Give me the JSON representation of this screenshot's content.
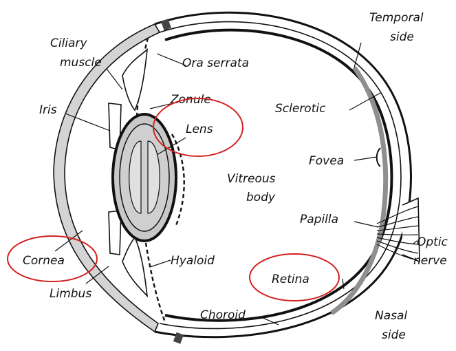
{
  "labels": {
    "temporal_1": "Temporal",
    "temporal_2": "side",
    "ciliary_1": "Ciliary",
    "ciliary_2": "muscle",
    "ora_serrata": "Ora serrata",
    "zonule": "Zonule",
    "iris": "Iris",
    "lens": "Lens",
    "sclerotic": "Sclerotic",
    "fovea": "Fovea",
    "vitreous_1": "Vitreous",
    "vitreous_2": "body",
    "papilla": "Papilla",
    "optic_1": "Optic",
    "optic_2": "nerve",
    "cornea": "Cornea",
    "hyaloid": "Hyaloid",
    "retina": "Retina",
    "limbus": "Limbus",
    "choroid": "Choroid",
    "nasal_1": "Nasal",
    "nasal_2": "side"
  },
  "highlighted_labels": [
    "Lens",
    "Cornea",
    "Retina"
  ],
  "colors": {
    "highlight_ring": "#d42020",
    "outline": "#111111",
    "lens_fill": "#c8c8c8",
    "cornea_fill": "#d4d4d4",
    "retina_fill": "#8f8f8f"
  }
}
